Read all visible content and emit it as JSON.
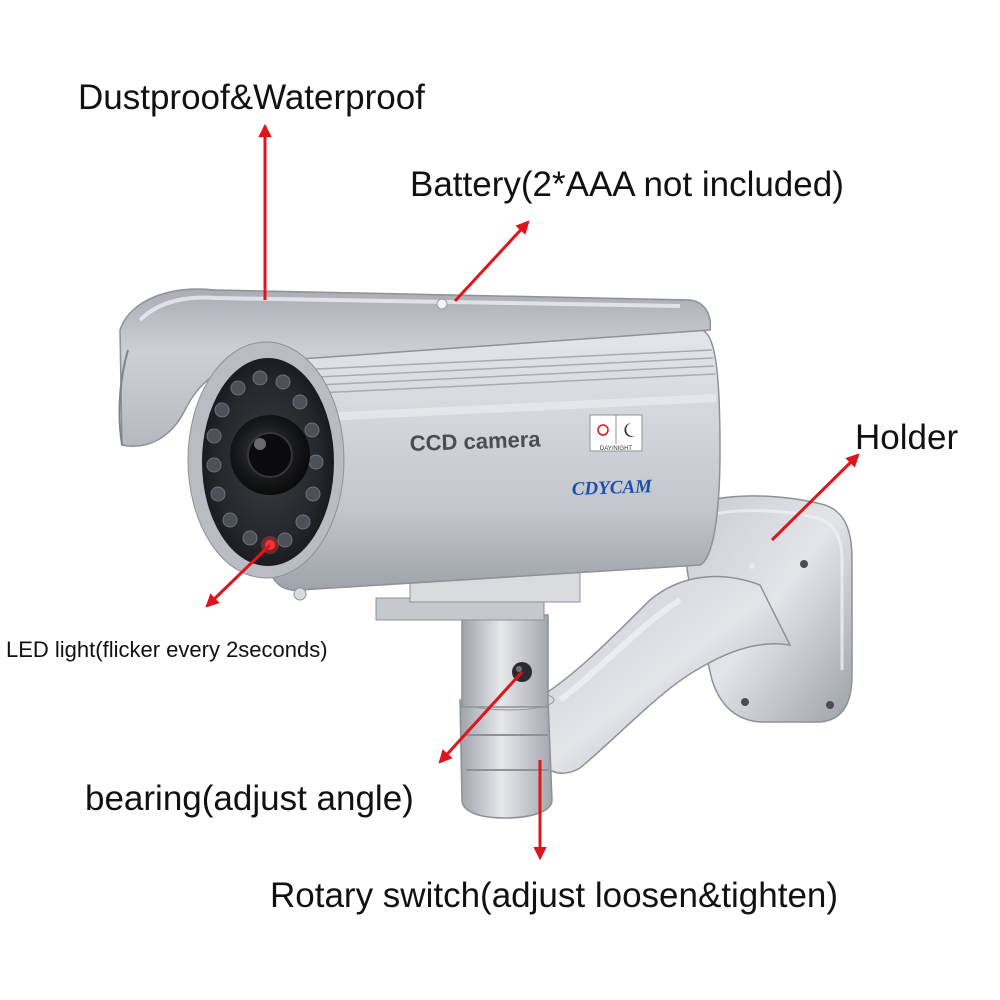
{
  "annotations": {
    "dustproof": "Dustproof&Waterproof",
    "battery": "Battery(2*AAA not included)",
    "holder": "Holder",
    "led": "LED light(flicker every 2seconds)",
    "bearing": "bearing(adjust angle)",
    "rotary": "Rotary switch(adjust loosen&tighten)"
  },
  "product": {
    "model_text": "CCD camera",
    "brand_text": "CDYCAM",
    "mode_badge": "DAY/NIGHT"
  },
  "colors": {
    "arrow": "#e0141b",
    "body_silver": "#c9cbd0",
    "label_text": "#111111",
    "brand_blue": "#1a4fb0"
  }
}
